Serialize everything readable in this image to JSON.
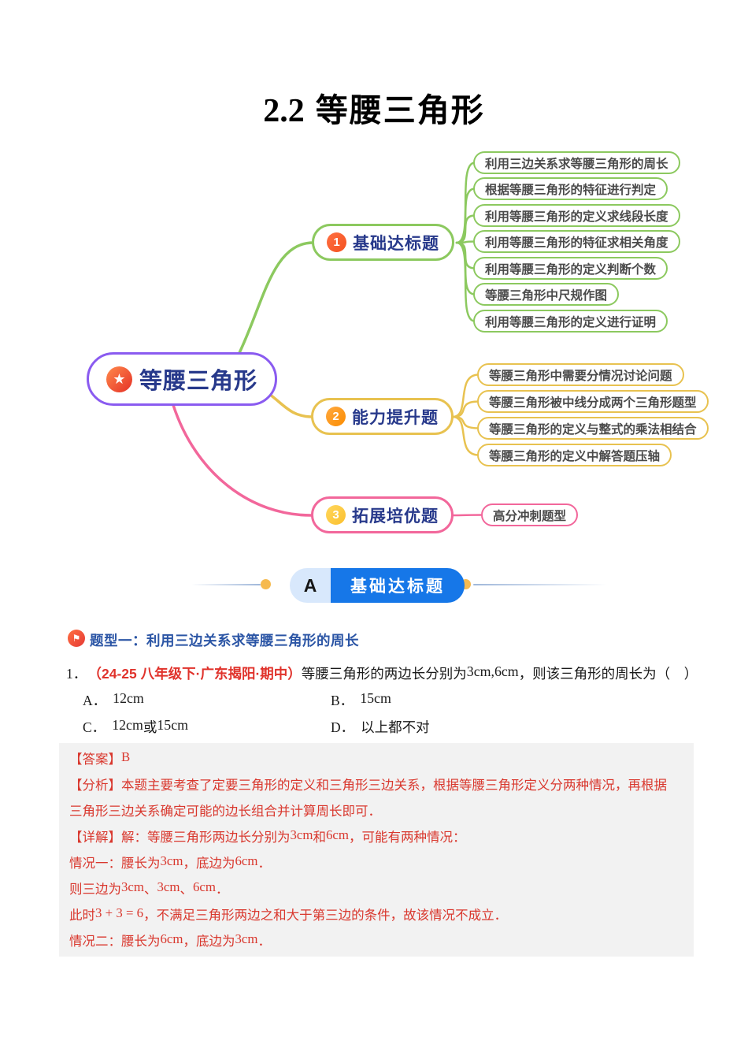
{
  "title": {
    "prefix": "2.2",
    "main": "等腰三角形"
  },
  "colors": {
    "green": "#8CC95F",
    "yellow": "#E8C250",
    "pink": "#F2679B",
    "purple": "#8A5BF0",
    "navy": "#27398B",
    "leaf_text": "#4A4A4A",
    "badge1": "#F4511E",
    "badge2": "#FB8C00",
    "badge3": "#FBC02D",
    "banner_blue": "#1677E8",
    "banner_light": "#D8E8FC",
    "dot": "#F6BA4F",
    "heading_blue": "#2B55A5",
    "q_red": "#E0322B",
    "red": "#D9382E",
    "grey": "#F2F2F2"
  },
  "mindmap": {
    "root": {
      "label": "等腰三角形",
      "icon": "star"
    },
    "branches": [
      {
        "number": "1",
        "label": "基础达标题",
        "leaves": [
          "利用三边关系求等腰三角形的周长",
          "根据等腰三角形的特征进行判定",
          "利用等腰三角形的定义求线段长度",
          "利用等腰三角形的特征求相关角度",
          "利用等腰三角形的定义判断个数",
          "等腰三角形中尺规作图",
          "利用等腰三角形的定义进行证明"
        ]
      },
      {
        "number": "2",
        "label": "能力提升题",
        "leaves": [
          "等腰三角形中需要分情况讨论问题",
          "等腰三角形被中线分成两个三角形题型",
          "等腰三角形的定义与整式的乘法相结合",
          "等腰三角形的定义中解答题压轴"
        ]
      },
      {
        "number": "3",
        "label": "拓展培优题",
        "leaves": [
          "高分冲刺题型"
        ]
      }
    ]
  },
  "banner": {
    "letter": "A",
    "label": "基础达标题"
  },
  "question_type": {
    "label": "题型一：利用三边关系求等腰三角形的周长"
  },
  "question": {
    "segments": [
      {
        "t": "1．",
        "c": "qnum"
      },
      {
        "t": "（24-25 八年级下·广东揭阳·期中）",
        "c": "red"
      },
      {
        "t": "等腰三角形的两边长分别为",
        "c": "body"
      },
      {
        "t": "3cm,6cm",
        "c": "math"
      },
      {
        "t": "，则该三角形的周长为（　）",
        "c": "body"
      }
    ]
  },
  "options": [
    {
      "letter": "A．",
      "segments": [
        {
          "t": "12cm",
          "c": "math"
        }
      ]
    },
    {
      "letter": "B．",
      "segments": [
        {
          "t": "15cm",
          "c": "math"
        }
      ]
    },
    {
      "letter": "C．",
      "segments": [
        {
          "t": "12cm",
          "c": "math"
        },
        {
          "t": "或",
          "c": "body"
        },
        {
          "t": "15cm",
          "c": "math"
        }
      ]
    },
    {
      "letter": "D．",
      "segments": [
        {
          "t": "以上都不对",
          "c": "body"
        }
      ]
    }
  ],
  "answer": {
    "lines": [
      [
        {
          "t": "【答案】",
          "c": "body"
        },
        {
          "t": "B",
          "c": "math"
        }
      ],
      [
        {
          "t": "【分析】本题主要考查了定要三角形的定义和三角形三边关系，根据等腰三角形定义分两种情况，再根据",
          "c": "body"
        }
      ],
      [
        {
          "t": "三角形三边关系确定可能的边长组合并计算周长即可．",
          "c": "body"
        }
      ],
      [
        {
          "t": "【详解】解：等腰三角形两边长分别为",
          "c": "body"
        },
        {
          "t": "3cm",
          "c": "math"
        },
        {
          "t": "和",
          "c": "body"
        },
        {
          "t": "6cm",
          "c": "math"
        },
        {
          "t": "，可能有两种情况：",
          "c": "body"
        }
      ],
      [
        {
          "t": "情况一：腰长为",
          "c": "body"
        },
        {
          "t": "3cm",
          "c": "math"
        },
        {
          "t": "，底边为",
          "c": "body"
        },
        {
          "t": "6cm",
          "c": "math"
        },
        {
          "t": "．",
          "c": "body"
        }
      ],
      [
        {
          "t": "则三边为",
          "c": "body"
        },
        {
          "t": "3cm",
          "c": "math"
        },
        {
          "t": "、",
          "c": "body"
        },
        {
          "t": "3cm",
          "c": "math"
        },
        {
          "t": "、",
          "c": "body"
        },
        {
          "t": "6cm",
          "c": "math"
        },
        {
          "t": "．",
          "c": "body"
        }
      ],
      [
        {
          "t": "此时",
          "c": "body"
        },
        {
          "t": "3 + 3 = 6",
          "c": "math"
        },
        {
          "t": "，不满足三角形两边之和大于第三边的条件，故该情况不成立．",
          "c": "body"
        }
      ],
      [
        {
          "t": "情况二：腰长为",
          "c": "body"
        },
        {
          "t": "6cm",
          "c": "math"
        },
        {
          "t": "，底边为",
          "c": "body"
        },
        {
          "t": "3cm",
          "c": "math"
        },
        {
          "t": "．",
          "c": "body"
        }
      ]
    ]
  }
}
